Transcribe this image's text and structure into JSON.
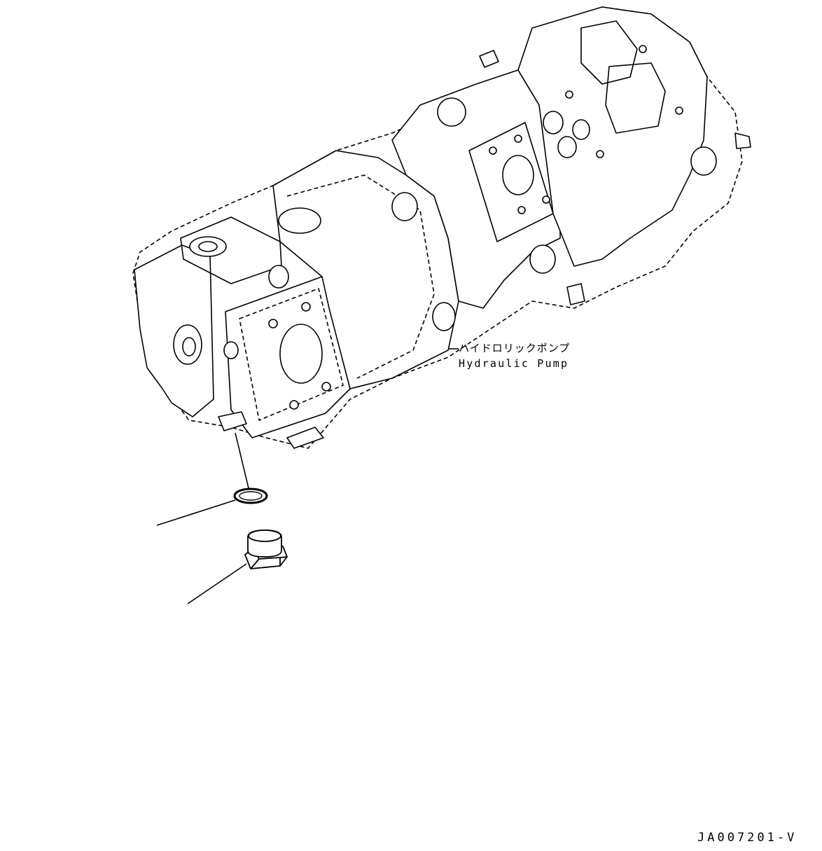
{
  "labels": {
    "part_name_jp": "ハイドロリックポンプ",
    "part_name_en": "Hydraulic Pump"
  },
  "drawing_code": "JA007201-V",
  "colors": {
    "line": "#000000",
    "background": "#ffffff"
  }
}
